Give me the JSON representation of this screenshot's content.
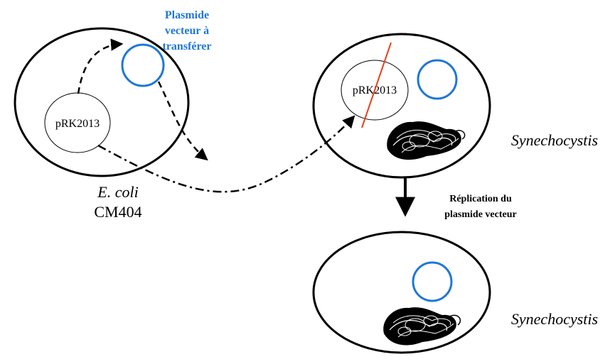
{
  "labels": {
    "plasmid_line1": "Plasmide",
    "plasmid_line2": "vecteur à",
    "plasmid_line3": "transférer",
    "prk_left": "pRK2013",
    "prk_right": "pRK2013",
    "ecoli_name": "E. coli",
    "ecoli_strain": "CM404",
    "synecho_top": "Synechocystis",
    "synecho_bottom": "Synechocystis",
    "replication_line1": "Réplication du",
    "replication_line2": "plasmide vecteur"
  },
  "colors": {
    "plasmid": "#1f77d6",
    "cut_line": "#e8401a",
    "outline": "#000000"
  }
}
